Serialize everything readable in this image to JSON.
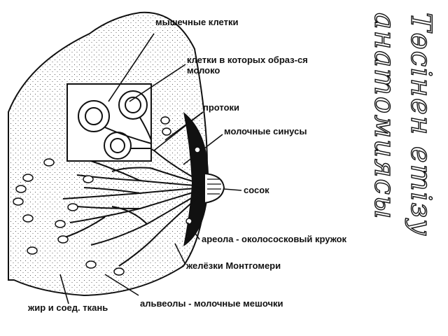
{
  "labels": {
    "muscle_cells": "мышечные клетки",
    "milk_cells_line1": "клетки в которых образ-ся",
    "milk_cells_line2": "молоко",
    "ducts": "протоки",
    "milk_sinuses": "молочные синусы",
    "nipple": "сосок",
    "areola": "ареола - околососковый кружок",
    "montgomery": "желёзки Монтгомери",
    "fat_tissue": "жир и соед. ткань",
    "alveoli": "альвеолы - молочные мешочки"
  },
  "side_title": {
    "line1": "Төсінен етізу",
    "line2": "анатомиясы"
  }
}
